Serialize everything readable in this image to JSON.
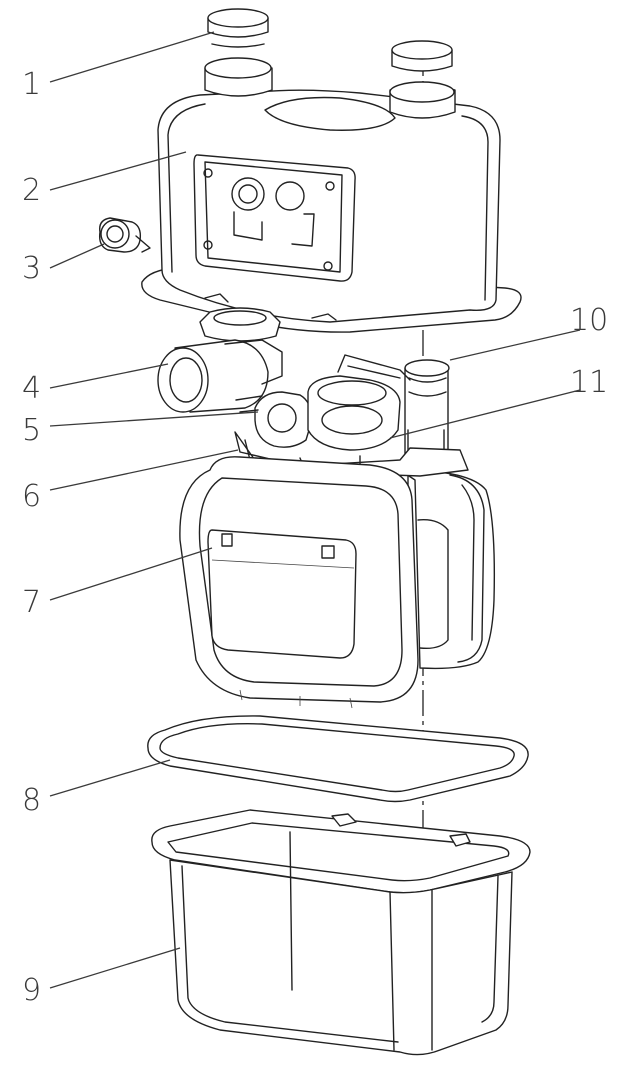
{
  "diagram": {
    "callouts": [
      {
        "id": "1",
        "label": "1"
      },
      {
        "id": "2",
        "label": "2"
      },
      {
        "id": "3",
        "label": "3"
      },
      {
        "id": "4",
        "label": "4"
      },
      {
        "id": "5",
        "label": "5"
      },
      {
        "id": "6",
        "label": "6"
      },
      {
        "id": "7",
        "label": "7"
      },
      {
        "id": "8",
        "label": "8"
      },
      {
        "id": "9",
        "label": "9"
      },
      {
        "id": "10",
        "label": "10"
      },
      {
        "id": "11",
        "label": "11"
      }
    ],
    "colors": {
      "line": "#222222",
      "label": "#3a3a3a",
      "background": "#ffffff"
    }
  }
}
